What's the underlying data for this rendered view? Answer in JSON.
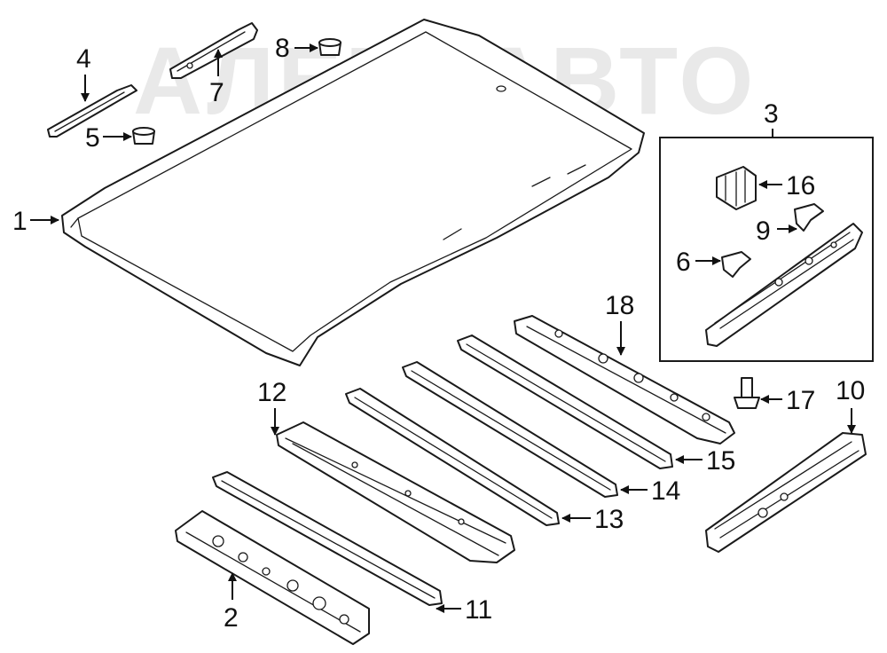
{
  "watermark": "АЛЕГОАВТО",
  "callouts": {
    "c1": "1",
    "c2": "2",
    "c3": "3",
    "c4": "4",
    "c5": "5",
    "c6": "6",
    "c7": "7",
    "c8": "8",
    "c9": "9",
    "c10": "10",
    "c11": "11",
    "c12": "12",
    "c13": "13",
    "c14": "14",
    "c15": "15",
    "c16": "16",
    "c17": "17",
    "c18": "18"
  },
  "colors": {
    "line": "#1a1a1a",
    "background": "#ffffff",
    "watermark": "#e9e9e9"
  }
}
